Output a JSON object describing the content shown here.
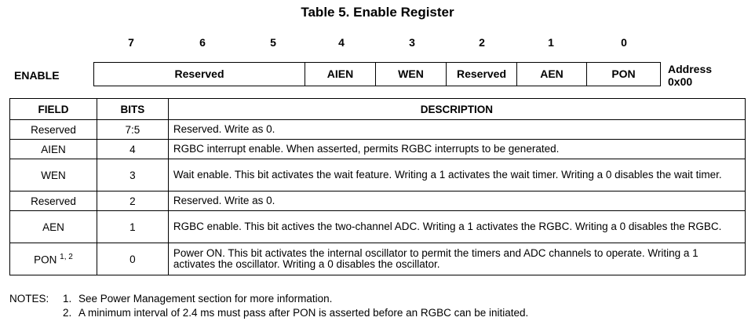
{
  "title": "Table 5. Enable Register",
  "bit_numbers": [
    "7",
    "6",
    "5",
    "4",
    "3",
    "2",
    "1",
    "0"
  ],
  "register": {
    "label": "ENABLE",
    "cells": [
      {
        "label": "Reserved"
      },
      {
        "label": "AIEN"
      },
      {
        "label": "WEN"
      },
      {
        "label": "Reserved"
      },
      {
        "label": "AEN"
      },
      {
        "label": "PON"
      }
    ],
    "address_label": "Address",
    "address_value": "0x00"
  },
  "table": {
    "headers": [
      "FIELD",
      "BITS",
      "DESCRIPTION"
    ],
    "rows": [
      {
        "field": "Reserved",
        "field_sup": "",
        "bits": "7:5",
        "description": "Reserved.  Write as 0."
      },
      {
        "field": "AIEN",
        "field_sup": "",
        "bits": "4",
        "description": "RGBC interrupt enable.  When asserted, permits RGBC interrupts to be generated."
      },
      {
        "field": "WEN",
        "field_sup": "",
        "bits": "3",
        "description": "Wait enable.  This bit activates the wait feature.  Writing a 1 activates the wait timer.  Writing a 0 disables the wait timer."
      },
      {
        "field": "Reserved",
        "field_sup": "",
        "bits": "2",
        "description": "Reserved.  Write as 0."
      },
      {
        "field": "AEN",
        "field_sup": "",
        "bits": "1",
        "description": "RGBC enable.  This bit actives the two-channel ADC.  Writing a 1 activates the RGBC.  Writing a 0 disables the RGBC."
      },
      {
        "field": "PON",
        "field_sup": "1, 2",
        "bits": "0",
        "description": "Power ON.  This bit activates the internal oscillator to permit the timers and ADC channels to operate.  Writing a 1 activates the oscillator.  Writing a 0 disables the oscillator."
      }
    ]
  },
  "notes": {
    "label": "NOTES:",
    "items": [
      {
        "num": "1.",
        "text": "See Power Management section for more information."
      },
      {
        "num": "2.",
        "text": "A minimum interval of 2.4 ms must pass after PON is asserted before an RGBC can be initiated."
      }
    ]
  }
}
